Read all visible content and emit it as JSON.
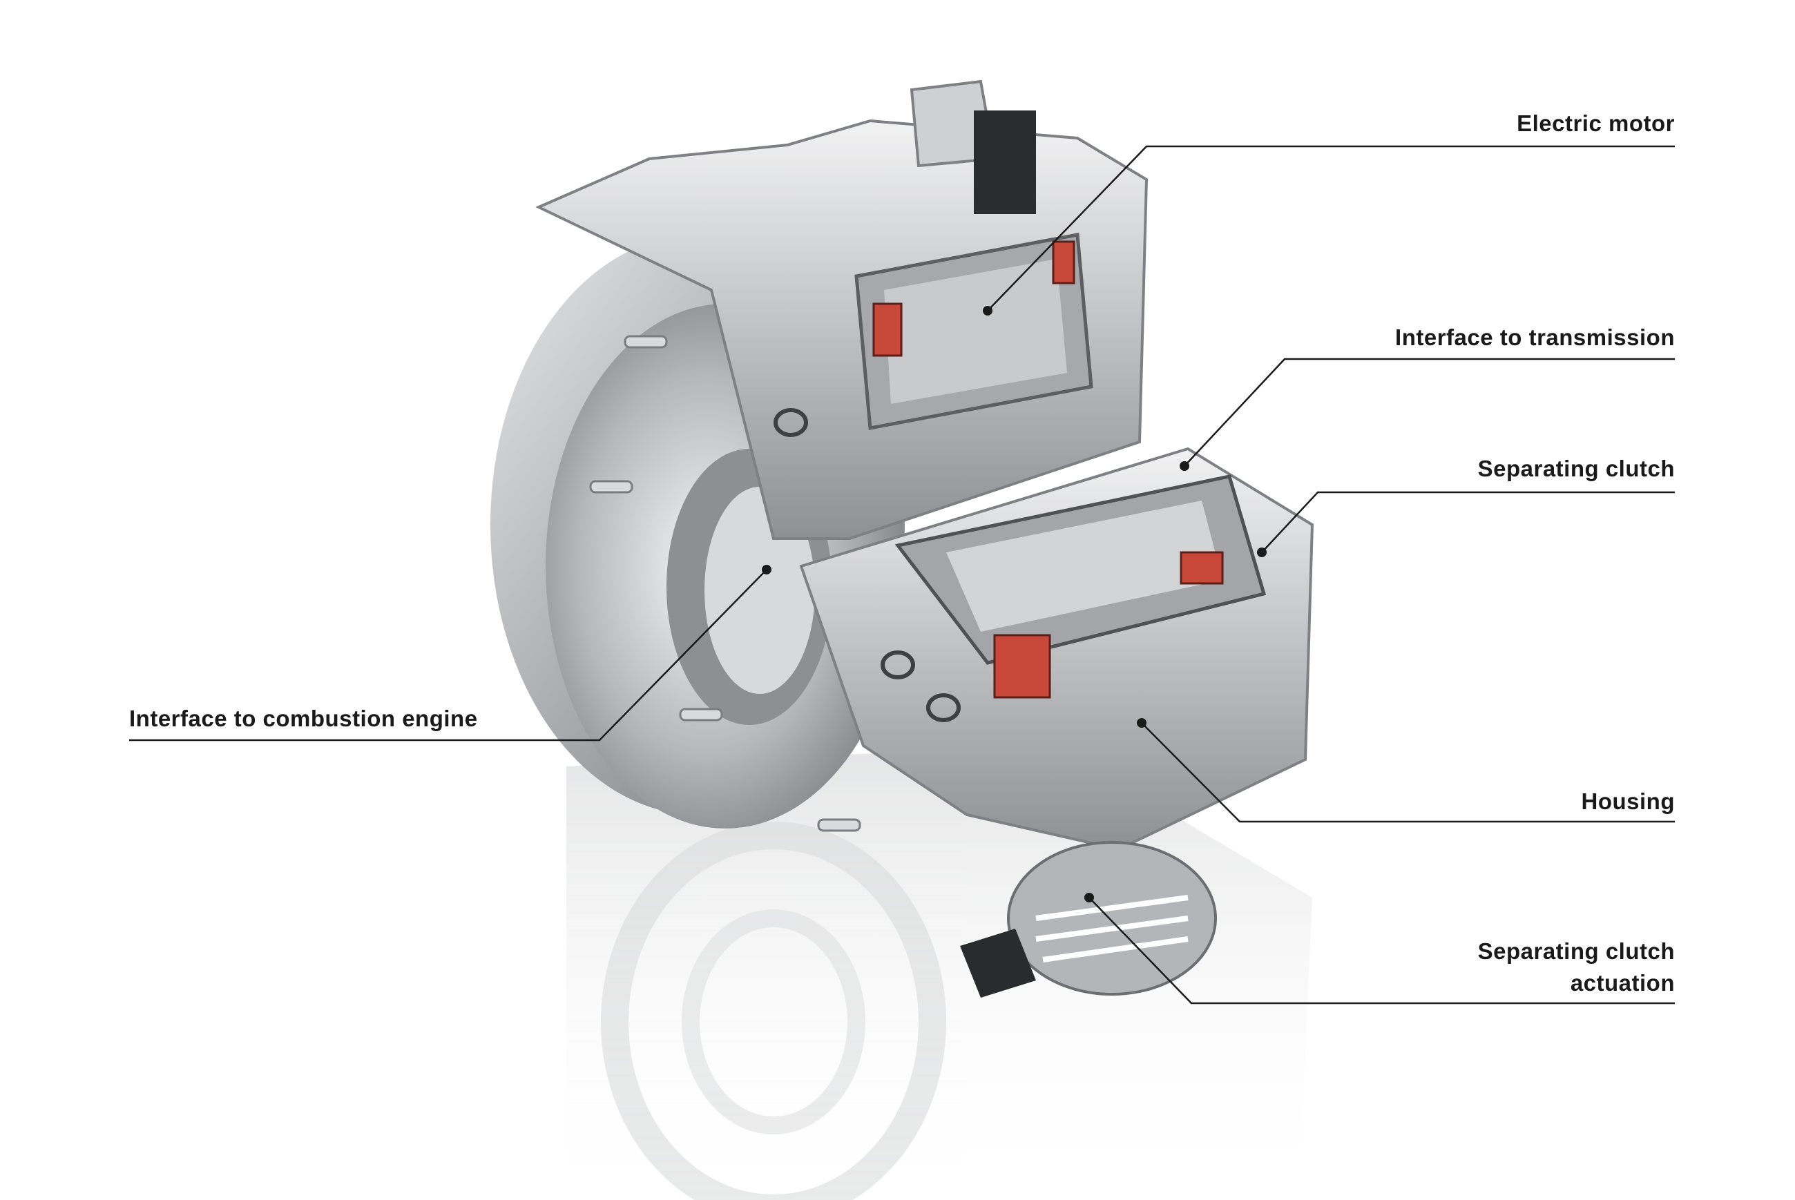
{
  "callouts": {
    "electric_motor": "Electric motor",
    "interface_transmission": "Interface to transmission",
    "separating_clutch": "Separating clutch",
    "interface_combustion": "Interface to combustion engine",
    "housing": "Housing",
    "clutch_actuation_line1": "Separating clutch",
    "clutch_actuation_line2": "actuation"
  },
  "colors": {
    "background": "#ffffff",
    "line": "#1a1a1a",
    "metal": "#b4b6b9",
    "copper": "#c8493a"
  },
  "illustration": "hybrid-module-cutaway"
}
